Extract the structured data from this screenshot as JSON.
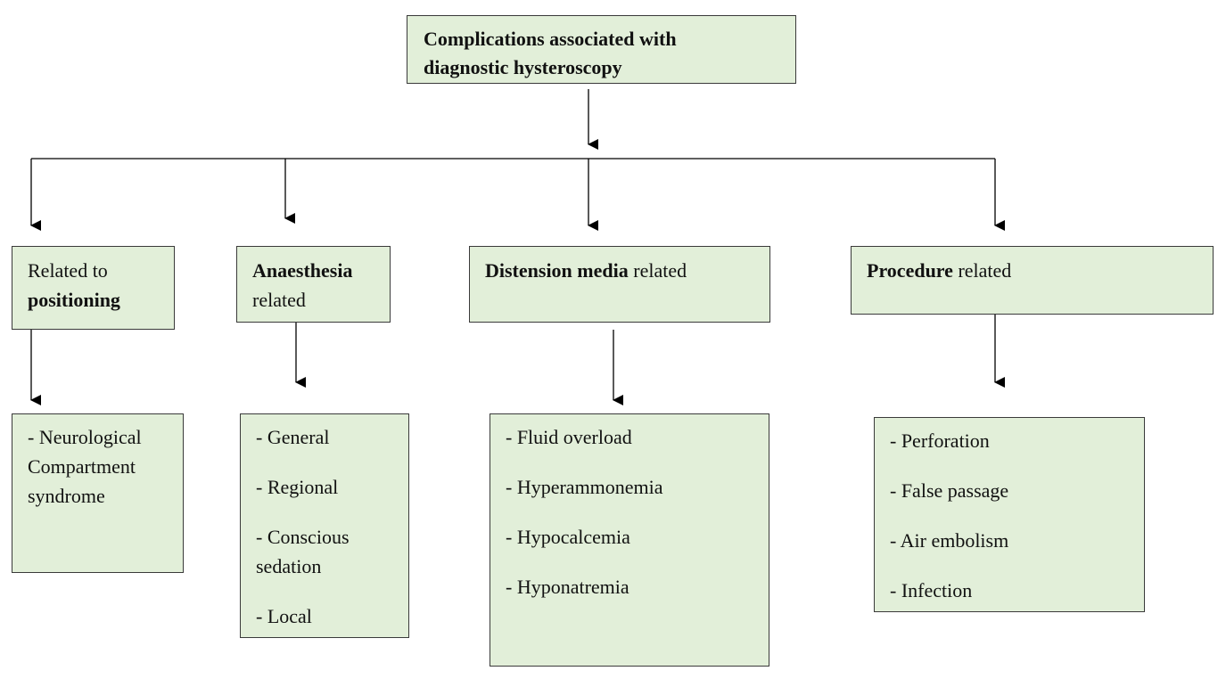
{
  "root": {
    "line1": "Complications associated with",
    "line2": "diagnostic hysteroscopy"
  },
  "categories": [
    {
      "id": "positioning",
      "prefix": "Related to",
      "bold": "positioning",
      "suffix": "",
      "items": [
        "- Neurological",
        "Compartment",
        "syndrome"
      ]
    },
    {
      "id": "anaesthesia",
      "prefix": "",
      "bold": "Anaesthesia",
      "suffix": "related",
      "items": [
        "- General",
        "- Regional",
        "- Conscious sedation",
        "- Local"
      ]
    },
    {
      "id": "distension",
      "prefix": "",
      "bold": "Distension media",
      "suffix": "related",
      "items": [
        "- Fluid overload",
        "- Hyperammonemia",
        "- Hypocalcemia",
        "- Hyponatremia"
      ]
    },
    {
      "id": "procedure",
      "prefix": "",
      "bold": "Procedure",
      "suffix": "related",
      "items": [
        "- Perforation",
        "- False passage",
        "- Air embolism",
        "- Infection"
      ]
    }
  ],
  "colors": {
    "box_fill": "#e2efd9",
    "border": "#3a3a3a",
    "line": "#000000"
  }
}
